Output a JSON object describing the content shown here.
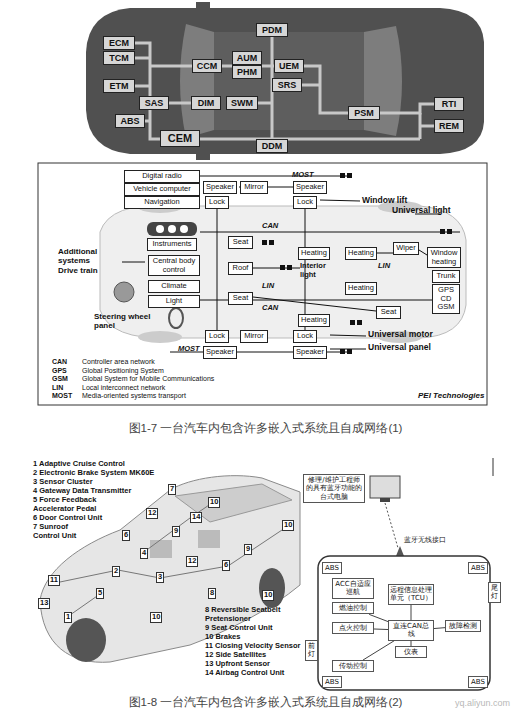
{
  "diagram": {
    "nodes": [
      {
        "text": [
          "ECM"
        ]
      },
      {
        "text": [
          "TCM"
        ]
      },
      {
        "text": [
          "ETM"
        ]
      },
      {
        "text": [
          "SAS"
        ]
      },
      {
        "text": [
          "ABS"
        ]
      },
      {
        "text": [
          "CCM"
        ]
      },
      {
        "text": [
          "AUM"
        ]
      },
      {
        "text": [
          "PHM"
        ]
      },
      {
        "text": [
          "DIM"
        ]
      },
      {
        "text": [
          "SWM"
        ]
      },
      {
        "text": [
          "CEM"
        ]
      },
      {
        "text": [
          "PDM"
        ]
      },
      {
        "text": [
          "UEM"
        ]
      },
      {
        "text": [
          "SRS"
        ]
      },
      {
        "text": [
          "DDM"
        ]
      },
      {
        "text": [
          "PSM"
        ]
      },
      {
        "text": [
          "RTI"
        ]
      },
      {
        "text": [
          "REM"
        ]
      },
      {
        "text": [
          "Digital radio"
        ]
      },
      {
        "text": [
          "Vehicle computer"
        ]
      },
      {
        "text": [
          "Navigation"
        ]
      },
      {
        "text": [
          "Speaker"
        ]
      },
      {
        "text": [
          "Mirror"
        ]
      },
      {
        "text": [
          "Speaker"
        ]
      },
      {
        "text": [
          "Lock"
        ]
      },
      {
        "text": [
          "Lock"
        ]
      },
      {
        "text": [
          "Instruments"
        ]
      },
      {
        "text": [
          "Seat"
        ]
      },
      {
        "text": [
          "Heating"
        ]
      },
      {
        "text": [
          "Heating"
        ]
      },
      {
        "text": [
          "Wiper"
        ]
      },
      {
        "text": [
          "Window heating"
        ]
      },
      {
        "text": [
          "Central body control"
        ]
      },
      {
        "text": [
          "Roof"
        ]
      },
      {
        "text": [
          "Climate"
        ]
      },
      {
        "text": [
          "Light"
        ]
      },
      {
        "text": [
          "Seat"
        ]
      },
      {
        "text": [
          "Heating"
        ]
      },
      {
        "text": [
          "Trunk"
        ]
      },
      {
        "text": [
          "GPS CD GSM"
        ]
      },
      {
        "text": [
          "Heating"
        ]
      },
      {
        "text": [
          "Seat"
        ]
      },
      {
        "text": [
          "Lock"
        ]
      },
      {
        "text": [
          "Mirror"
        ]
      },
      {
        "text": [
          "Lock"
        ]
      },
      {
        "text": [
          "Speaker"
        ]
      },
      {
        "text": [
          "Speaker"
        ]
      },
      {
        "text": [
          "修理/维护工程师的具有蓝牙功能的台式电脑"
        ]
      },
      {
        "text": [
          "ABS"
        ]
      },
      {
        "text": [
          "ABS"
        ]
      },
      {
        "text": [
          "尾灯"
        ]
      },
      {
        "text": [
          "ACC自适应巡航"
        ]
      },
      {
        "text": [
          "燃油控制"
        ]
      },
      {
        "text": [
          "远程信息处理单元（TCU）"
        ]
      },
      {
        "text": [
          "点火控制"
        ]
      },
      {
        "text": [
          "直连CAN总线"
        ]
      },
      {
        "text": [
          "故障检测"
        ]
      },
      {
        "text": [
          "前灯"
        ]
      },
      {
        "text": [
          "仪表"
        ]
      },
      {
        "text": [
          "传动控制"
        ]
      },
      {
        "text": [
          "ABS"
        ]
      },
      {
        "text": [
          "ABS"
        ]
      }
    ],
    "edges": [
      {
        "from": 52,
        "to": 55,
        "arrow": "none"
      },
      {
        "from": 54,
        "to": 55,
        "arrow": "none"
      },
      {
        "from": 59,
        "to": 55,
        "arrow": "none"
      },
      {
        "from": 53,
        "to": 55,
        "arrow": "none"
      },
      {
        "from": 55,
        "to": 58,
        "arrow": "none"
      },
      {
        "from": 55,
        "to": 56,
        "arrow": "none"
      }
    ],
    "labels": [
      "MOST",
      "Window lift",
      "Universal light",
      "CAN",
      "Additional systems",
      "Drive train",
      "Interior light",
      "LIN",
      "LIN",
      "CAN",
      "Steering wheel panel",
      "MOST",
      "Universal motor",
      "Universal panel",
      "CAN",
      "Controller area network",
      "GPS",
      "Global Positioning System",
      "GSM",
      "Global System for Mobile Communications",
      "LIN",
      "Local interconnect network",
      "MOST",
      "Media-oriented systems transport",
      "PEI Technologies",
      "图1-7 一台汽车内包含许多嵌入式系统且自成网络(1)",
      "1 Adaptive Cruise Control",
      "2 Electronic Brake System MK60E",
      "3 Sensor Cluster",
      "4 Gateway Data Transmitter",
      "5 Force Feedback Accelerator Pedal",
      "6 Door Control Unit",
      "7 Sunroof Control Unit",
      "8 Reversible Seatbelt Pretensioner",
      "9 Seat Control Unit",
      "10 Brakes",
      "11 Closing Velocity Sensor",
      "12 Side Satellites",
      "13 Upfront Sensor",
      "14 Airbag Control Unit",
      "7",
      "10",
      "14",
      "12",
      "6",
      "9",
      "4",
      "2",
      "3",
      "12",
      "6",
      "9",
      "10",
      "5",
      "11",
      "1",
      "13",
      "10",
      "10",
      "8",
      "蓝牙无线接口",
      "图1-8 一台汽车内包含许多嵌入式系统且自成网络(2)",
      "yq.aliyun.com"
    ]
  }
}
